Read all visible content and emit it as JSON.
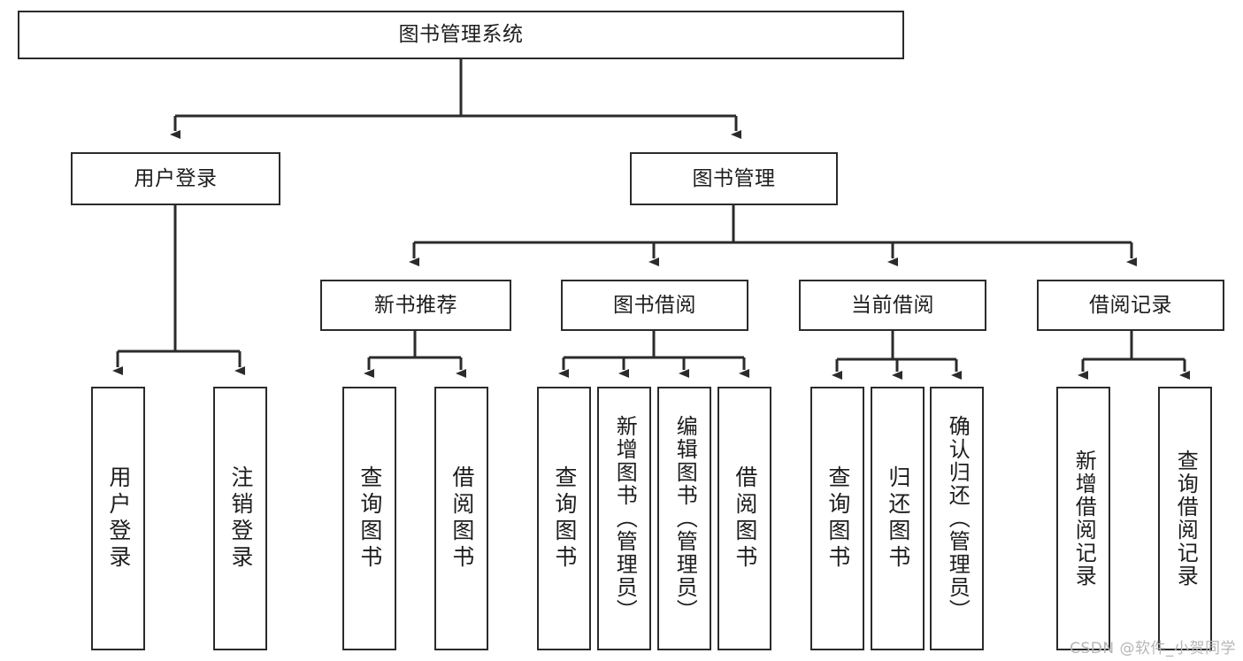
{
  "diagram": {
    "title": "图书管理系统",
    "type": "hierarchy-tree",
    "colors": {
      "box_border": "#2b2b2b",
      "box_fill": "#ffffff",
      "connector": "#2b2b2b",
      "text": "#1d1d1d",
      "watermark": "#b6b6b6"
    },
    "root": {
      "label": "图书管理系统"
    },
    "level2": [
      {
        "label": "用户登录"
      },
      {
        "label": "图书管理"
      }
    ],
    "level3": [
      {
        "label": "新书推荐"
      },
      {
        "label": "图书借阅"
      },
      {
        "label": "当前借阅"
      },
      {
        "label": "借阅记录"
      }
    ],
    "leaves": {
      "user_login": [
        {
          "label": "用户登录"
        },
        {
          "label": "注销登录"
        }
      ],
      "new_book_recommend": [
        {
          "label": "查询图书"
        },
        {
          "label": "借阅图书"
        }
      ],
      "book_borrow": [
        {
          "label": "查询图书"
        },
        {
          "label": "新增图书（管理员）"
        },
        {
          "label": "编辑图书（管理员）"
        },
        {
          "label": "借阅图书"
        }
      ],
      "current_borrow": [
        {
          "label": "查询图书"
        },
        {
          "label": "归还图书"
        },
        {
          "label": "确认归还（管理员）"
        }
      ],
      "borrow_record": [
        {
          "label": "新增借阅记录"
        },
        {
          "label": "查询借阅记录"
        }
      ]
    }
  },
  "watermark": {
    "text": "CSDN @软件_小贺同学"
  }
}
